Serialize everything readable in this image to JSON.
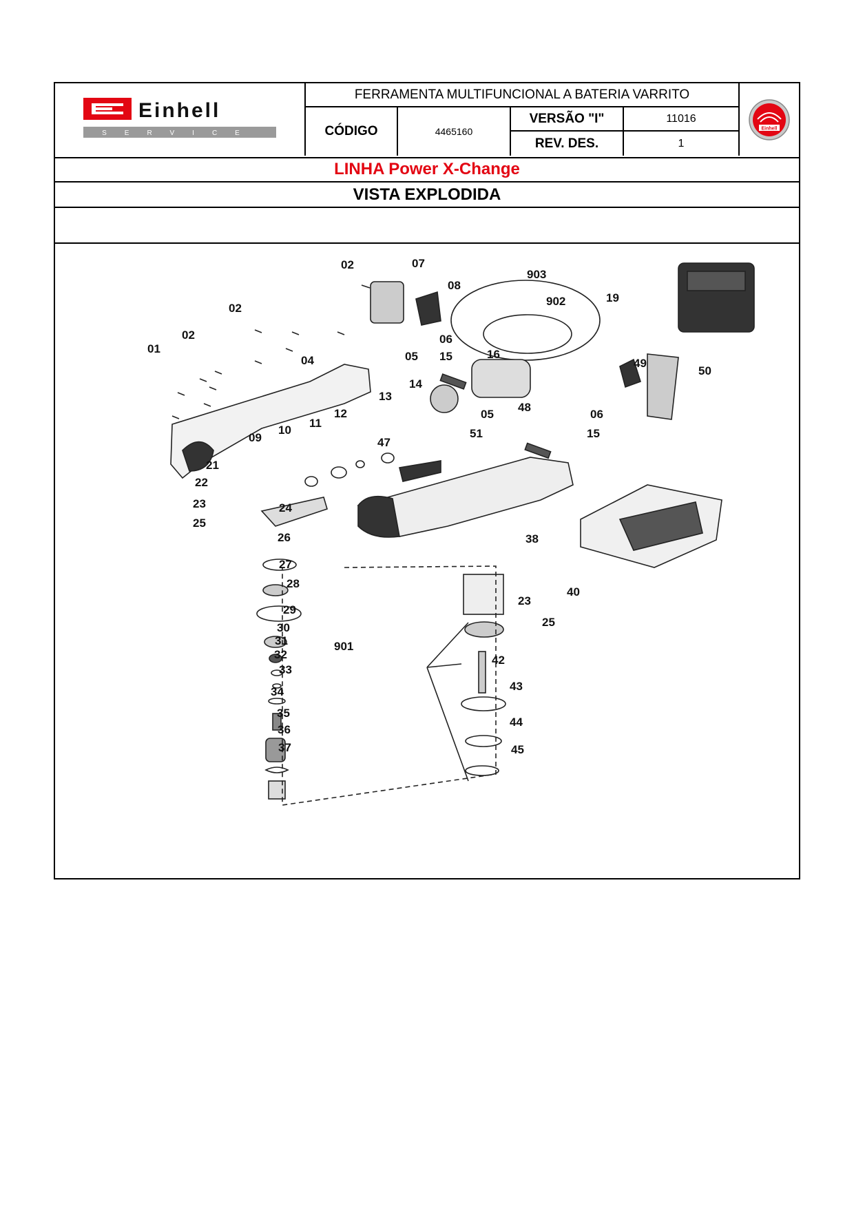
{
  "brand": {
    "name": "Einhell",
    "tagline": "SERVICE",
    "color": "#e30613",
    "seal_text": "Einhell"
  },
  "header": {
    "title": "FERRAMENTA MULTIFUNCIONAL A BATERIA VARRITO",
    "codigo_label": "CÓDIGO",
    "codigo_value": "4465160",
    "versao_label": "VERSÃO \"I\"",
    "versao_value": "11016",
    "rev_label": "REV. DES.",
    "rev_value": "1"
  },
  "linha": "LINHA Power X-Change",
  "vista": "VISTA EXPLODIDA",
  "parts": {
    "p01": "01",
    "p02a": "02",
    "p02b": "02",
    "p02c": "02",
    "p04": "04",
    "p05a": "05",
    "p05b": "05",
    "p06a": "06",
    "p06b": "06",
    "p07": "07",
    "p08": "08",
    "p09": "09",
    "p10": "10",
    "p11": "11",
    "p12": "12",
    "p13": "13",
    "p14": "14",
    "p15a": "15",
    "p15b": "15",
    "p16": "16",
    "p19": "19",
    "p21": "21",
    "p22": "22",
    "p23a": "23",
    "p23b": "23",
    "p24": "24",
    "p25a": "25",
    "p25b": "25",
    "p26": "26",
    "p27": "27",
    "p28": "28",
    "p29": "29",
    "p30": "30",
    "p31": "31",
    "p32": "32",
    "p33": "33",
    "p34": "34",
    "p35": "35",
    "p36": "36",
    "p37": "37",
    "p38": "38",
    "p40": "40",
    "p42": "42",
    "p43": "43",
    "p44": "44",
    "p45": "45",
    "p47": "47",
    "p48": "48",
    "p49": "49",
    "p50": "50",
    "p51": "51",
    "p901": "901",
    "p902": "902",
    "p903": "903"
  }
}
